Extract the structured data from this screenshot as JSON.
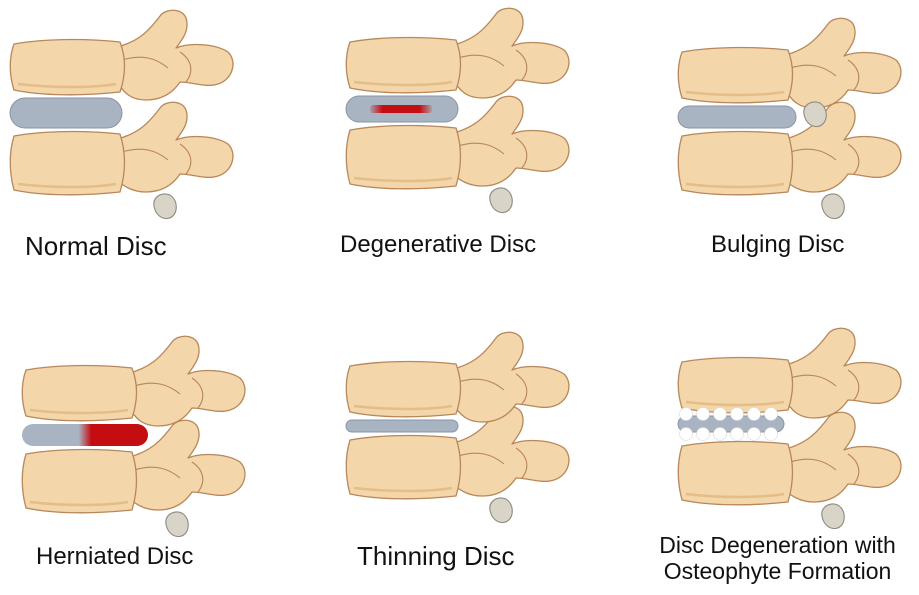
{
  "panels": [
    {
      "id": "normal",
      "label": [
        "Normal Disc"
      ],
      "disc": "normal"
    },
    {
      "id": "degenerative",
      "label": [
        "Degenerative Disc"
      ],
      "disc": "degenerative"
    },
    {
      "id": "bulging",
      "label": [
        "Bulging Disc"
      ],
      "disc": "bulging"
    },
    {
      "id": "herniated",
      "label": [
        "Herniated Disc"
      ],
      "disc": "herniated"
    },
    {
      "id": "thinning",
      "label": [
        "Thinning Disc"
      ],
      "disc": "thinning"
    },
    {
      "id": "osteophyte",
      "label": [
        "Disc Degeneration with",
        "Osteophyte Formation"
      ],
      "disc": "osteophyte"
    }
  ],
  "colors": {
    "bone_fill": "#f3d6aa",
    "bone_outline": "#b8875a",
    "bone_shadow": "#e5bd86",
    "disc_fill": "#a9b4c3",
    "disc_outline": "#8a95a6",
    "damage_red": "#c40d10",
    "facet_fill": "#d9d4c8",
    "osteophyte_fill": "#ffffff",
    "label_text": "#111111",
    "background": "#ffffff"
  }
}
